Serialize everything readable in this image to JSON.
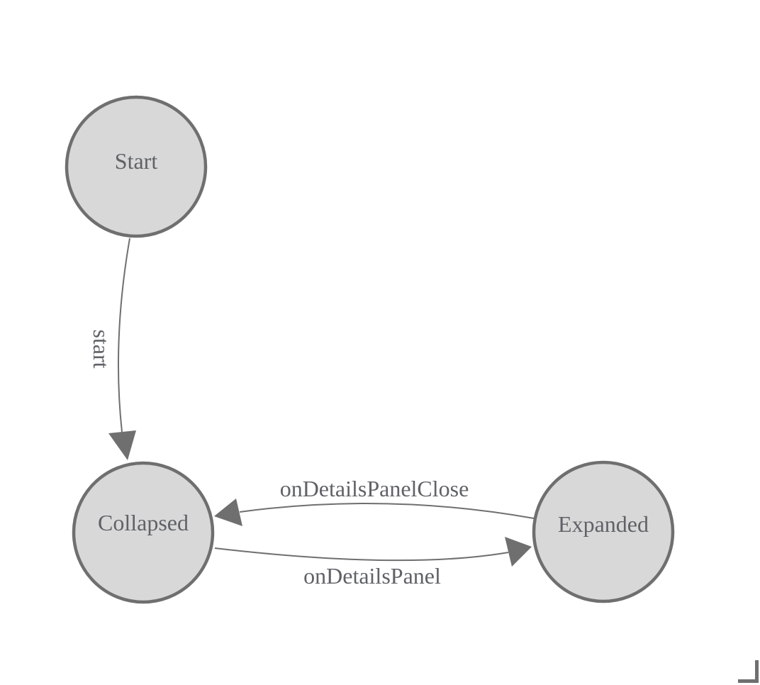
{
  "colors": {
    "background": "#ffffff",
    "node_fill": "#d8d8d8",
    "node_stroke": "#6f6f6f",
    "edge_stroke": "#6f6f6f",
    "arrowhead_fill": "#6f6f6f",
    "label_text": "#5f6267",
    "corner_mark": "#6f6f6f"
  },
  "diagram_type": "state-machine",
  "nodes": [
    {
      "id": "start",
      "label": "Start"
    },
    {
      "id": "collapsed",
      "label": "Collapsed"
    },
    {
      "id": "expanded",
      "label": "Expanded"
    }
  ],
  "edges": [
    {
      "from": "Start",
      "to": "Collapsed",
      "label": "start",
      "label_rotated": true
    },
    {
      "from": "Expanded",
      "to": "Collapsed",
      "label": "onDetailsPanelClose",
      "label_rotated": false
    },
    {
      "from": "Collapsed",
      "to": "Expanded",
      "label": "onDetailsPanel",
      "label_rotated": false
    }
  ]
}
